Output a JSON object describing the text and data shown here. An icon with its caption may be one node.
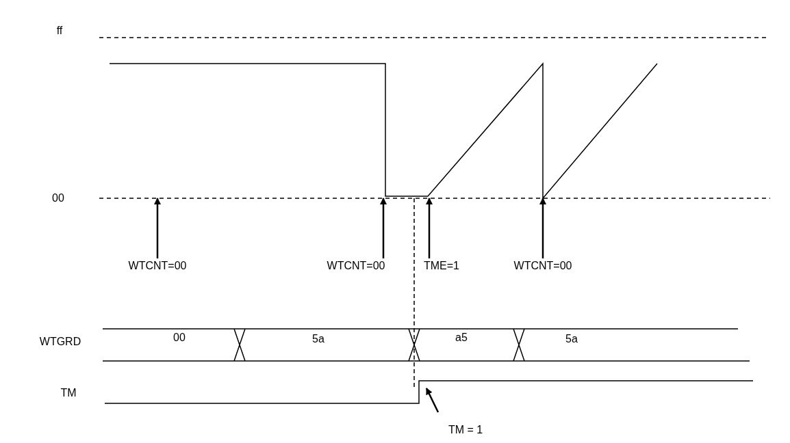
{
  "diagram": {
    "nodes": [
      {
        "text": [
          "WTCNT=00"
        ]
      },
      {
        "text": [
          "WTCNT=00"
        ]
      },
      {
        "text": [
          "TME=1"
        ]
      },
      {
        "text": [
          "WTCNT=00"
        ]
      },
      {
        "text": [
          "TM = 1"
        ]
      }
    ],
    "edges": [
      {
        "from": 0,
        "to": null,
        "arrow": "to"
      },
      {
        "from": 1,
        "to": null,
        "arrow": "to"
      },
      {
        "from": 2,
        "to": null,
        "arrow": "to"
      },
      {
        "from": 3,
        "to": null,
        "arrow": "to"
      },
      {
        "from": 4,
        "to": null,
        "arrow": "to"
      }
    ],
    "labels": [
      "ff",
      "00",
      "WTGRD",
      "00",
      "5a",
      "a5",
      "5a",
      "TM"
    ]
  }
}
